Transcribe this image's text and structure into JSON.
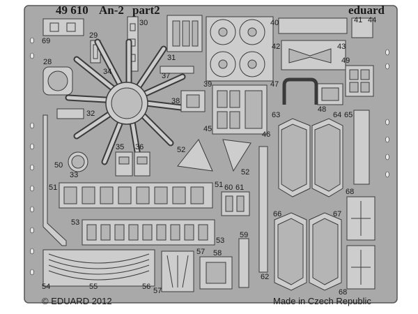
{
  "header": {
    "catalog_number": "49 610",
    "model": "An-2",
    "part": "part2",
    "brand": "eduard"
  },
  "footer": {
    "copyright": "© EDUARD 2012",
    "origin": "Made in Czech Republic"
  },
  "part_numbers": {
    "p69": "69",
    "p29": "29",
    "p30": "30",
    "p28": "28",
    "p34": "34",
    "p31": "31",
    "p37": "37",
    "p38": "38",
    "p32": "32",
    "p35": "35",
    "p36": "36",
    "p33": "33",
    "p50": "50",
    "p51a": "51",
    "p51b": "51",
    "p39": "39",
    "p40": "40",
    "p41": "41",
    "p44": "44",
    "p42": "42",
    "p43": "43",
    "p49": "49",
    "p47": "47",
    "p48": "48",
    "p45": "45",
    "p46": "46",
    "p63": "63",
    "p64": "64",
    "p65": "65",
    "p52a": "52",
    "p52b": "52",
    "p60": "60",
    "p61": "61",
    "p53a": "53",
    "p53b": "53",
    "p66": "66",
    "p67": "67",
    "p68a": "68",
    "p68b": "68",
    "p59": "59",
    "p62": "62",
    "p57a": "57",
    "p58": "58",
    "p54": "54",
    "p55": "55",
    "p56": "56",
    "p57b": "57"
  },
  "colors": {
    "sheet": "#a9a9a9",
    "part": "#cdcdcd",
    "outline": "#3a3a3a",
    "background": "#ffffff"
  }
}
